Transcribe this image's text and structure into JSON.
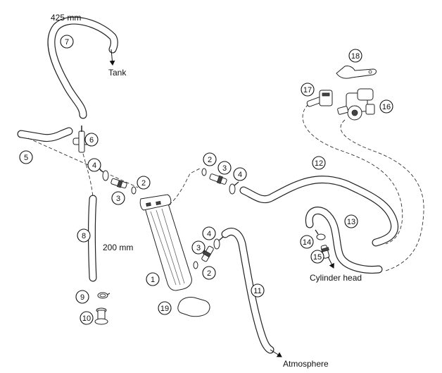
{
  "labels": {
    "len_425": "425 mm",
    "tank": "Tank",
    "len_200": "200 mm",
    "cylinder_head": "Cylinder head",
    "atmosphere": "Atmosphere"
  },
  "callouts": {
    "c1": "1",
    "c2a": "2",
    "c2b": "2",
    "c2c": "2",
    "c3a": "3",
    "c3b": "3",
    "c3c": "3",
    "c4a": "4",
    "c4b": "4",
    "c4c": "4",
    "c5": "5",
    "c6": "6",
    "c7": "7",
    "c8": "8",
    "c9": "9",
    "c10": "10",
    "c11": "11",
    "c12": "12",
    "c13": "13",
    "c14": "14",
    "c15": "15",
    "c16": "16",
    "c17": "17",
    "c18": "18",
    "c19": "19"
  }
}
